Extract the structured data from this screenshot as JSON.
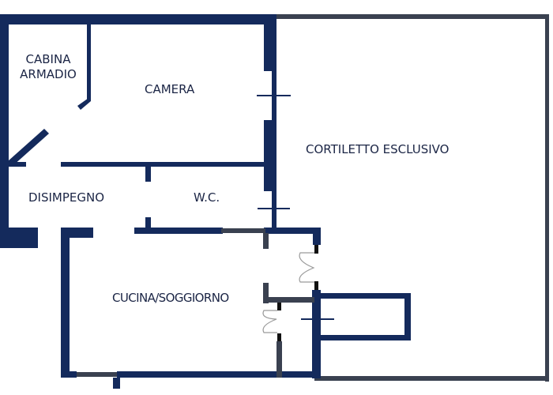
{
  "plan": {
    "colors": {
      "wall": "#142a5c",
      "wall_gray": "#3a4150",
      "door_jamb": "#111111",
      "door_swing": "#9a9a9a",
      "text": "#1b2545",
      "background": "#ffffff"
    },
    "rooms": [
      {
        "id": "cabina-armadio",
        "label_lines": [
          "CABINA",
          "ARMADIO"
        ]
      },
      {
        "id": "camera",
        "label": "CAMERA"
      },
      {
        "id": "disimpegno",
        "label": "DISIMPEGNO"
      },
      {
        "id": "wc",
        "label": "W.C."
      },
      {
        "id": "cucina-soggiorno",
        "label": "CUCINA/SOGGIORNO"
      },
      {
        "id": "cortiletto-esclusivo",
        "label": "CORTILETTO ESCLUSIVO"
      }
    ]
  }
}
